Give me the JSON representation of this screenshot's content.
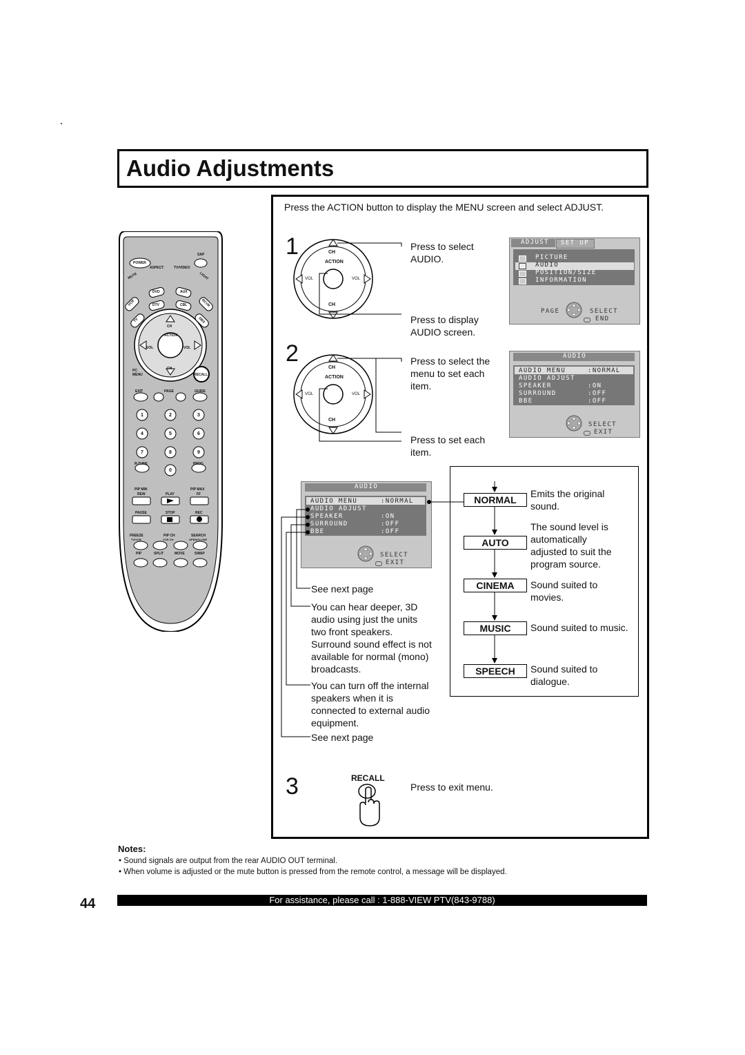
{
  "page_title": "Audio Adjustments",
  "intro": "Press the ACTION button to display the MENU screen and select ADJUST.",
  "steps": {
    "s1": "1",
    "s2": "2",
    "s3": "3",
    "s1_a1": "Press to select",
    "s1_a2": "AUDIO.",
    "s1_b1": "Press to display",
    "s1_b2": "AUDIO screen.",
    "s2_a1": "Press to select the",
    "s2_a2": "menu to set each",
    "s2_a3": "item.",
    "s2_b1": "Press to set each",
    "s2_b2": "item.",
    "s3_text": "Press to exit menu.",
    "recall_label": "RECALL"
  },
  "dpad": {
    "ch": "CH",
    "vol": "VOL",
    "action": "ACTION"
  },
  "osd1": {
    "tab_active": "ADJUST",
    "tab_inactive": "SET UP",
    "items": [
      "PICTURE",
      "AUDIO",
      "POSITION/SIZE",
      "INFORMATION"
    ],
    "page": "PAGE",
    "select": "SELECT",
    "end": "END"
  },
  "osd2": {
    "header": "AUDIO",
    "rows": [
      {
        "label": "AUDIO MENU",
        "value": ":NORMAL"
      },
      {
        "label": "AUDIO ADJUST",
        "value": ""
      },
      {
        "label": "SPEAKER",
        "value": ":ON"
      },
      {
        "label": "SURROUND",
        "value": ":OFF"
      },
      {
        "label": "BBE",
        "value": ":OFF"
      }
    ],
    "select": "SELECT",
    "exit": "EXIT"
  },
  "explain": {
    "e1": "See next page",
    "e2": [
      "You can hear deeper, 3D",
      "audio using just the units",
      "two front speakers.",
      "Surround sound effect is not",
      "available for normal (mono)",
      "broadcasts."
    ],
    "e3": [
      "You can turn off the internal",
      "speakers when it is",
      "connected to external audio",
      "equipment."
    ],
    "e4": "See next page"
  },
  "modes": [
    {
      "name": "NORMAL",
      "desc": [
        "Emits the original",
        "sound."
      ]
    },
    {
      "name": "AUTO",
      "desc": [
        "The sound level is",
        "automatically",
        "adjusted to suit the",
        "program source."
      ]
    },
    {
      "name": "CINEMA",
      "desc": [
        "Sound suited to",
        "movies."
      ]
    },
    {
      "name": "MUSIC",
      "desc": [
        "Sound suited to music."
      ]
    },
    {
      "name": "SPEECH",
      "desc": [
        "Sound suited to",
        "dialogue."
      ]
    }
  ],
  "remote": {
    "power": "POWER",
    "sap": "SAP",
    "mute": "MUTE",
    "aspect": "ASPECT",
    "tvvideo": "TV/VIDEO",
    "light": "LIGHT",
    "vcr": "VCR",
    "dvd": "DVD",
    "aux": "AUX",
    "rcvr": "RCVR",
    "dtv": "DTV",
    "cbl": "CBL",
    "tv": "TV",
    "dbs": "DBS",
    "pcmenu": "PC MENU",
    "recall": "RECALL",
    "exit": "EXIT",
    "page": "PAGE",
    "guide": "GUIDE",
    "digits": [
      "1",
      "2",
      "3",
      "4",
      "5",
      "6",
      "7",
      "8",
      "9"
    ],
    "zero": "0",
    "rtune": "R-TUNE",
    "prog": "PROG",
    "pipmin": "PIP MIN",
    "pipmax": "PIP MAX",
    "rew": "REW",
    "play": "PLAY",
    "ff": "FF",
    "pause": "PAUSE",
    "stop": "STOP",
    "rec": "REC",
    "freeze": "FREEZE",
    "pipch": "PIP CH",
    "search": "SEARCH",
    "tvvcr": "TV/VCR",
    "vcrch": "VCR CH",
    "openclose": "OPEN/CLOSE",
    "pip": "PIP",
    "split": "SPLIT",
    "move": "MOVE",
    "swap": "SWAP"
  },
  "notes": {
    "title": "Notes:",
    "items": [
      "•  Sound signals are output from the rear AUDIO OUT terminal.",
      "•  When volume is adjusted or the mute button is pressed from the remote control, a message will be displayed."
    ]
  },
  "footer": "For assistance, please call : 1-888-VIEW PTV(843-9788)",
  "page_number": "44"
}
